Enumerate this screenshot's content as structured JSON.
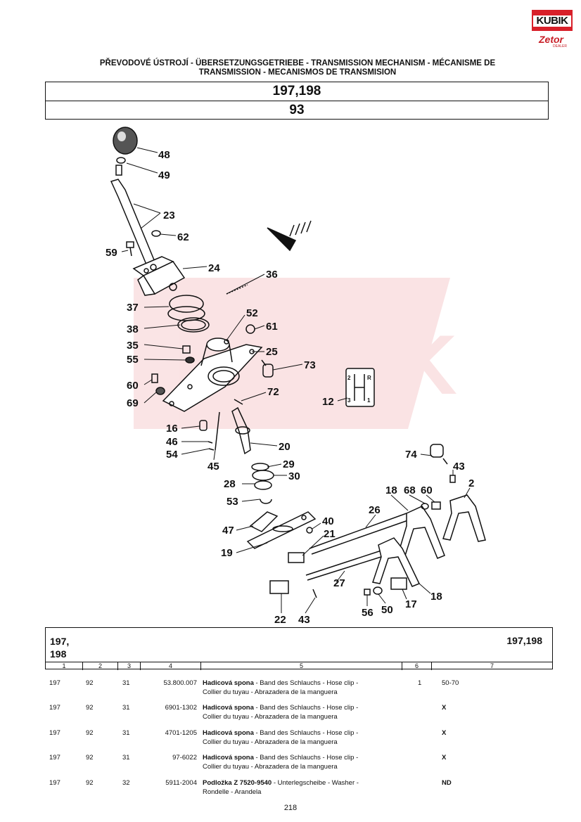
{
  "logo": {
    "brand": "KUBIK",
    "partner": "Zetor",
    "partner_note": "DEALER"
  },
  "header": {
    "title_line1": "PŘEVODOVÉ ÚSTROJÍ - ÜBERSETZUNGSGETRIEBE - TRANSMISSION MECHANISM - MÉCANISME DE",
    "title_line2": "TRANSMISSION - MECANISMOS DE TRANSMISION",
    "models": "197,198",
    "group": "93"
  },
  "diagram": {
    "watermark": "KUBÍK",
    "callouts": [
      "48",
      "49",
      "23",
      "62",
      "59",
      "24",
      "36",
      "37",
      "38",
      "52",
      "61",
      "35",
      "25",
      "55",
      "73",
      "60",
      "72",
      "69",
      "12",
      "16",
      "46",
      "20",
      "54",
      "45",
      "29",
      "74",
      "43",
      "28",
      "30",
      "2",
      "18",
      "68",
      "60",
      "53",
      "26",
      "47",
      "40",
      "21",
      "19",
      "27",
      "18",
      "17",
      "56",
      "50",
      "22",
      "43"
    ],
    "shift_pattern": {
      "top_left": "2",
      "top_right": "R",
      "bottom_left": "3",
      "bottom_right": "1"
    }
  },
  "table": {
    "model_left_line1": "197,",
    "model_left_line2": "198",
    "model_right": "197,198",
    "col_numbers": [
      "1",
      "2",
      "3",
      "4",
      "5",
      "6",
      "7"
    ],
    "rows": [
      {
        "model": "197",
        "group": "92",
        "pos": "31",
        "part_no": "53.800.007",
        "name_bold": "Hadicová spona",
        "name_rest": " - Band des Schlauchs - Hose clip -",
        "name_line2": "Collier du tuyau - Abrazadera de la manguera",
        "qty": "1",
        "note": "50-70"
      },
      {
        "model": "197",
        "group": "92",
        "pos": "31",
        "part_no": "6901-1302",
        "name_bold": "Hadicová spona",
        "name_rest": " - Band des Schlauchs - Hose clip -",
        "name_line2": "Collier du tuyau - Abrazadera de la manguera",
        "qty": "",
        "note": "X"
      },
      {
        "model": "197",
        "group": "92",
        "pos": "31",
        "part_no": "4701-1205",
        "name_bold": "Hadicová spona",
        "name_rest": " - Band des Schlauchs - Hose clip -",
        "name_line2": "Collier du tuyau - Abrazadera de la manguera",
        "qty": "",
        "note": "X"
      },
      {
        "model": "197",
        "group": "92",
        "pos": "31",
        "part_no": "97-6022",
        "name_bold": "Hadicová spona",
        "name_rest": " - Band des Schlauchs - Hose clip -",
        "name_line2": "Collier du tuyau - Abrazadera de la manguera",
        "qty": "",
        "note": "X"
      },
      {
        "model": "197",
        "group": "92",
        "pos": "32",
        "part_no": "5911-2004",
        "name_bold": "Podložka Z 7520-9540",
        "name_rest": " - Unterlegscheibe - Washer -",
        "name_line2": "Rondelle - Arandela",
        "qty": "",
        "note": "ND"
      }
    ]
  },
  "page_number": "218"
}
